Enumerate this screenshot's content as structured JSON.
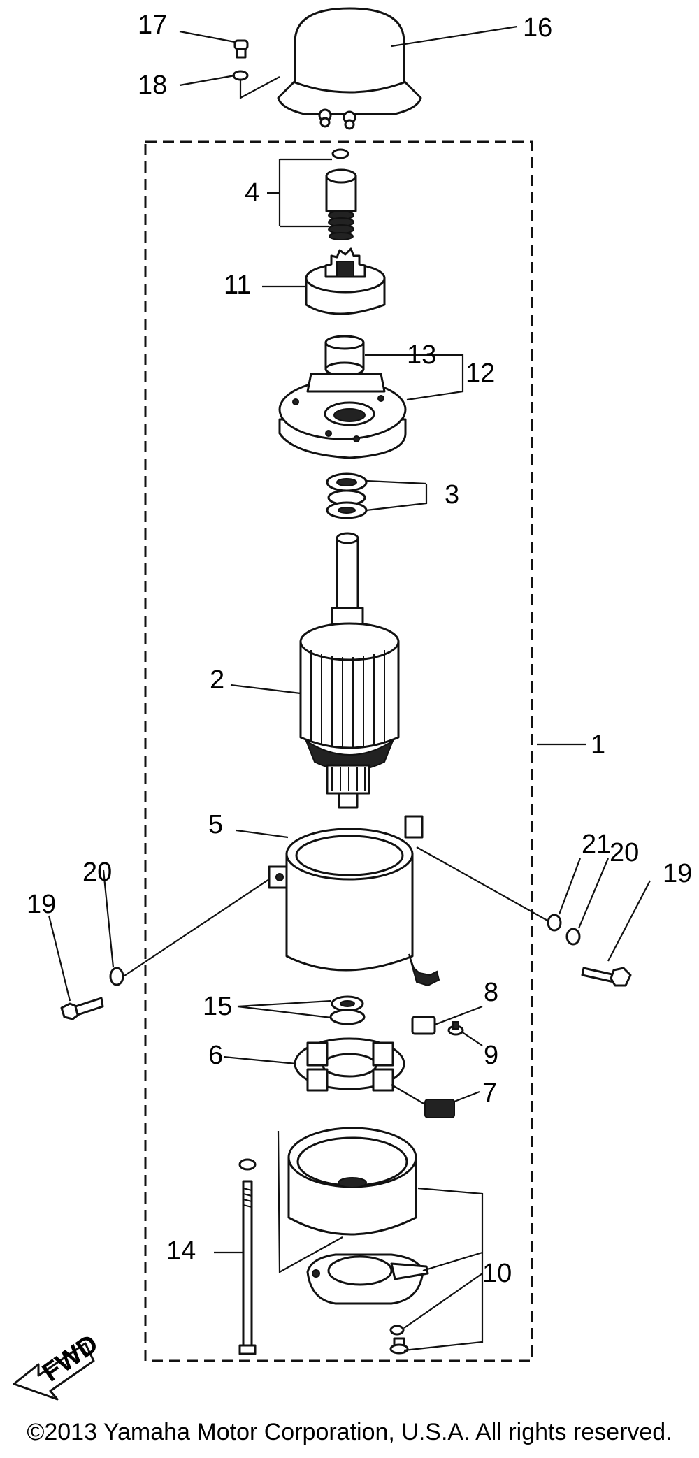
{
  "callouts": [
    "17",
    "16",
    "18",
    "4",
    "11",
    "13",
    "12",
    "3",
    "2",
    "1",
    "5",
    "21",
    "20",
    "19",
    "20",
    "19",
    "15",
    "8",
    "6",
    "9",
    "7",
    "14",
    "10"
  ],
  "fwd_label": "FWD",
  "copyright": "©2013 Yamaha Motor Corporation, U.S.A. All rights reserved."
}
